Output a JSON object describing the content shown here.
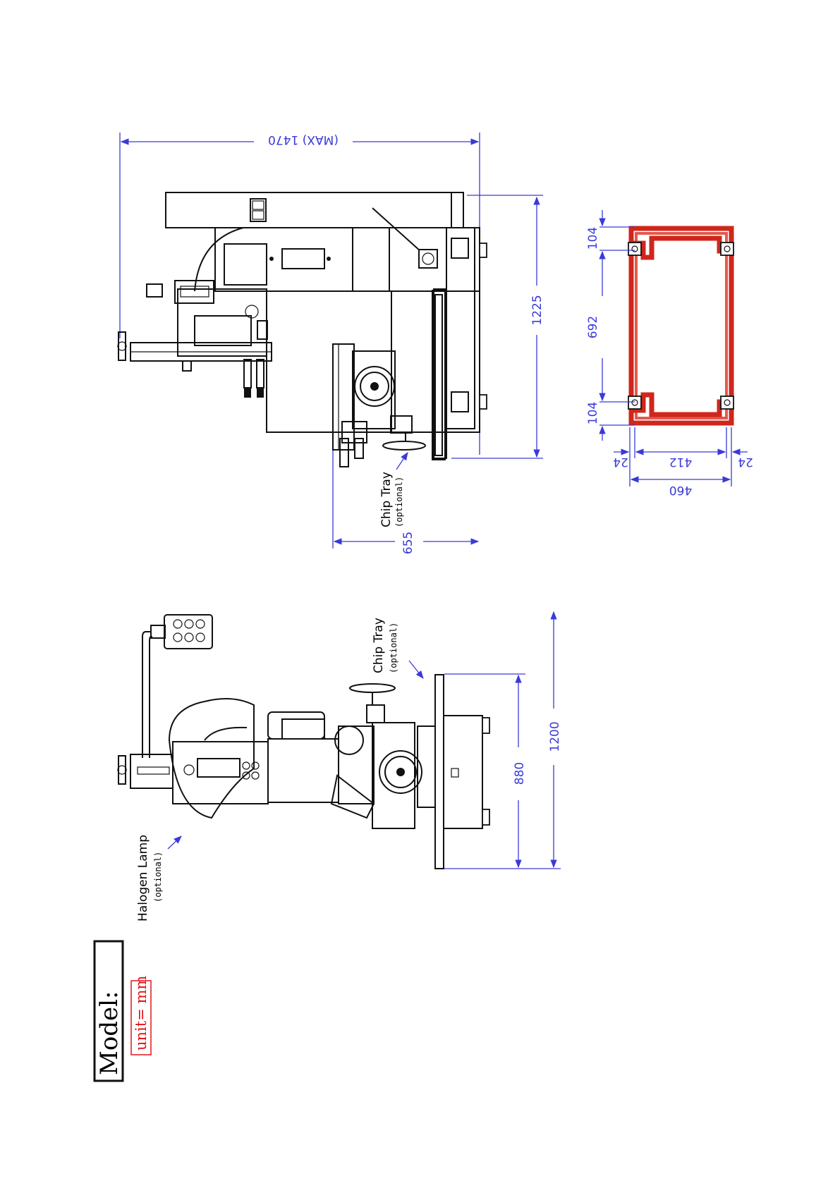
{
  "drawing": {
    "top_view": {
      "overall_length_label": "(MAX) 1470",
      "height_label": "1225",
      "depth_label": "655",
      "chip_tray_label": "Chip Tray",
      "chip_tray_note": "(optional)"
    },
    "base_plan": {
      "foot_offset_top": "104",
      "foot_spacing": "692",
      "foot_offset_bottom": "104",
      "edge_left": "24",
      "inner_width": "412",
      "edge_right": "24",
      "overall_width": "460",
      "outline_color": "#d0261c"
    },
    "front_view": {
      "height_label": "1200",
      "table_label": "880",
      "chip_tray_label": "Chip Tray",
      "chip_tray_note": "(optional)",
      "lamp_label": "Halogen Lamp",
      "lamp_note": "(optional)"
    },
    "title_block": {
      "model_label": "Model:",
      "unit_label": "unit= mm",
      "unit_color": "#e0151b",
      "dimension_color": "#3a3ad8"
    }
  }
}
